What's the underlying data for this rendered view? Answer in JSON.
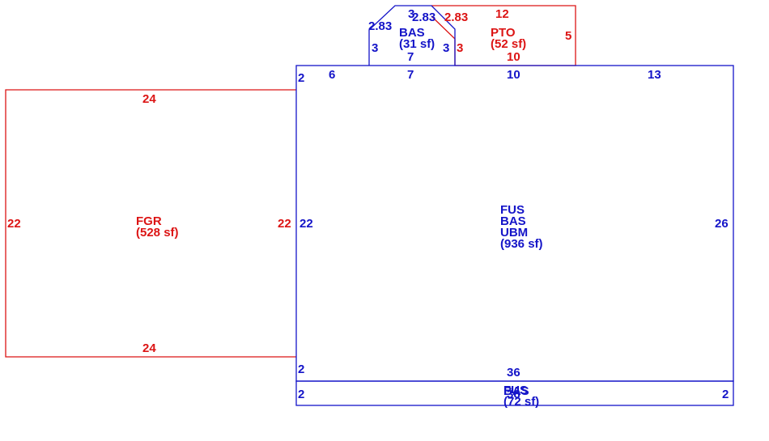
{
  "colors": {
    "main": "#1414c8",
    "secondary": "#dc1414",
    "background": "#ffffff"
  },
  "areas": {
    "main": {
      "codes": [
        "FUS",
        "BAS",
        "UBM"
      ],
      "area": "(936 sf)"
    },
    "garage": {
      "codes": [
        "FGR"
      ],
      "area": "(528 sf)"
    },
    "patio": {
      "codes": [
        "PTO"
      ],
      "area": "(52 sf)"
    },
    "bay": {
      "codes": [
        "BAS"
      ],
      "area": "(31 sf)"
    },
    "strip": {
      "codes": [
        "FUS",
        "BAS"
      ],
      "area": "(72 sf)"
    }
  },
  "dimensions": {
    "main": {
      "top_a": "6",
      "top_b": "7",
      "top_c": "10",
      "top_d": "13",
      "left_top": "2",
      "left_mid": "22",
      "left_bottom": "2",
      "right": "26",
      "bottom": "36"
    },
    "garage": {
      "top": "24",
      "bottom": "24",
      "left": "22",
      "right": "22"
    },
    "patio": {
      "top": "12",
      "right": "5",
      "bottom": "10",
      "left": "3",
      "diag": "2.83"
    },
    "bay": {
      "left": "3",
      "diag_left": "2.83",
      "top": "3",
      "diag_right": "2.83",
      "right": "3",
      "bottom": "7"
    },
    "strip": {
      "top": "36",
      "left": "2",
      "right": "2",
      "bottom": "36"
    }
  }
}
